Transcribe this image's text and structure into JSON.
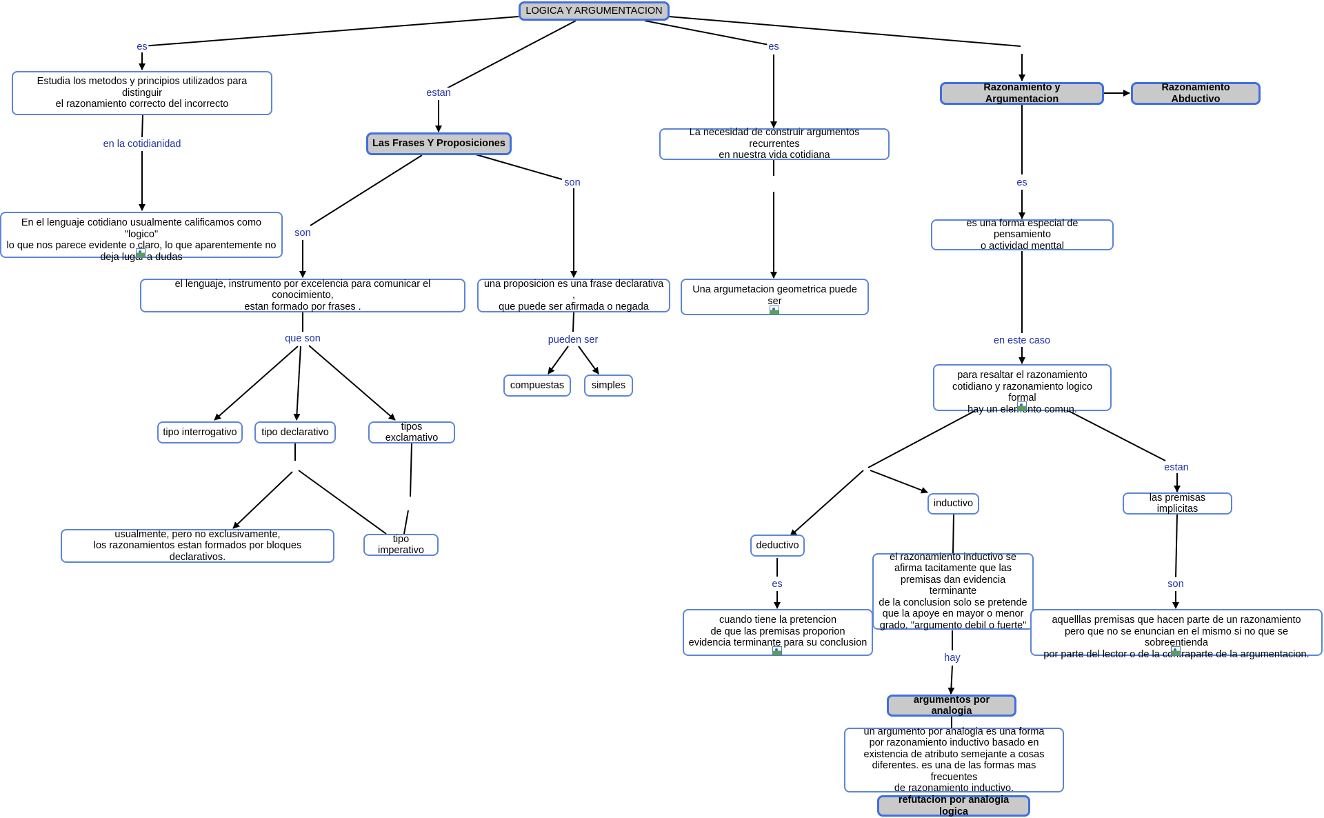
{
  "concepts": {
    "root": "LOGICA Y ARGUMENTACION",
    "estudia": "Estudia los metodos y principios utilizados para distinguir\nel razonamiento correcto del incorrecto",
    "cotidiano": "En el lenguaje cotidiano usualmente calificamos como \"logico\"\nlo que nos parece evidente o claro, lo que aparentemente no\ndeja lugar a dudas",
    "frases": "Las Frases Y Proposiciones",
    "lenguaje": "el lenguaje, instrumento por excelencia para comunicar  el conocimiento,\nestan formado por frases .",
    "proposicion": "una proposicion es una frase declarativa ,\nque puede ser afirmada o negada",
    "compuestas": "compuestas",
    "simples": "simples",
    "interrogativo": "tipo interrogativo",
    "declarativo": "tipo declarativo",
    "exclamativo": "tipos exclamativo",
    "imperativo": "tipo imperativo",
    "usualmente": "usualmente, pero no exclusivamente,\nlos razonamientos estan formados por bloques declarativos.",
    "necesidad": "La necesidad de construir argumentos recurrentes\nen nuestra vida cotidiana",
    "geometrica": "Una argumetacion geometrica puede ser",
    "razonamiento": "Razonamiento y Argumentacion",
    "abductivo": "Razonamiento Abductivo",
    "forma": "es una forma especial de pensamiento\no actividad menttal",
    "resaltar": "para resaltar el razonamiento\ncotidiano y razonamiento logico formal\nhay un elemento comun.",
    "deductivo": "deductivo",
    "inductivo": "inductivo",
    "premisas": "las premisas implicitas",
    "pretencion": "cuando tiene la pretencion\nde que las premisas proporion\nevidencia terminante para su conclusion",
    "inductivo_desc": "el razonamiento inductivo se\nafirma tacitamente que las\npremisas dan evidencia terminante\nde la conclusion solo se pretende\nque la apoye en mayor o menor\ngrado. \"argumento debil o fuerte\"",
    "aquellas": "aquelllas premisas que hacen parte de un razonamiento\npero que no se enuncian en el mismo si no que se sobreentienda\npor parte del lector o de la contraparte de la argumentacion.",
    "analogia": "argumentos por analogia",
    "analogia_desc": "un argumento por analogia es una forma\npor razonamiento inductivo basado en\nexistencia  de atributo semejante a cosas\ndiferentes. es una de las formas mas frecuentes\nde razonamiento inductivo.",
    "refutacion": "refutacion por analogia logica"
  },
  "links": {
    "es_estudia": "es",
    "cotidianidad": "en la cotidianidad",
    "estan_frases": "estan",
    "son_lenguaje": "son",
    "son_proposicion": "son",
    "que_son": "que son",
    "pueden_ser": "pueden ser",
    "es_necesidad": "es",
    "es_forma": "es",
    "en_este_caso": "en este caso",
    "estan_premisas": "estan",
    "es_deductivo": "es",
    "hay": "hay",
    "son_aquellas": "son"
  },
  "icons": [
    "image-icon"
  ],
  "colors": {
    "node_border": "#5b85d9",
    "main_fill": "#c9c9c9",
    "link_label": "#2233aa"
  }
}
